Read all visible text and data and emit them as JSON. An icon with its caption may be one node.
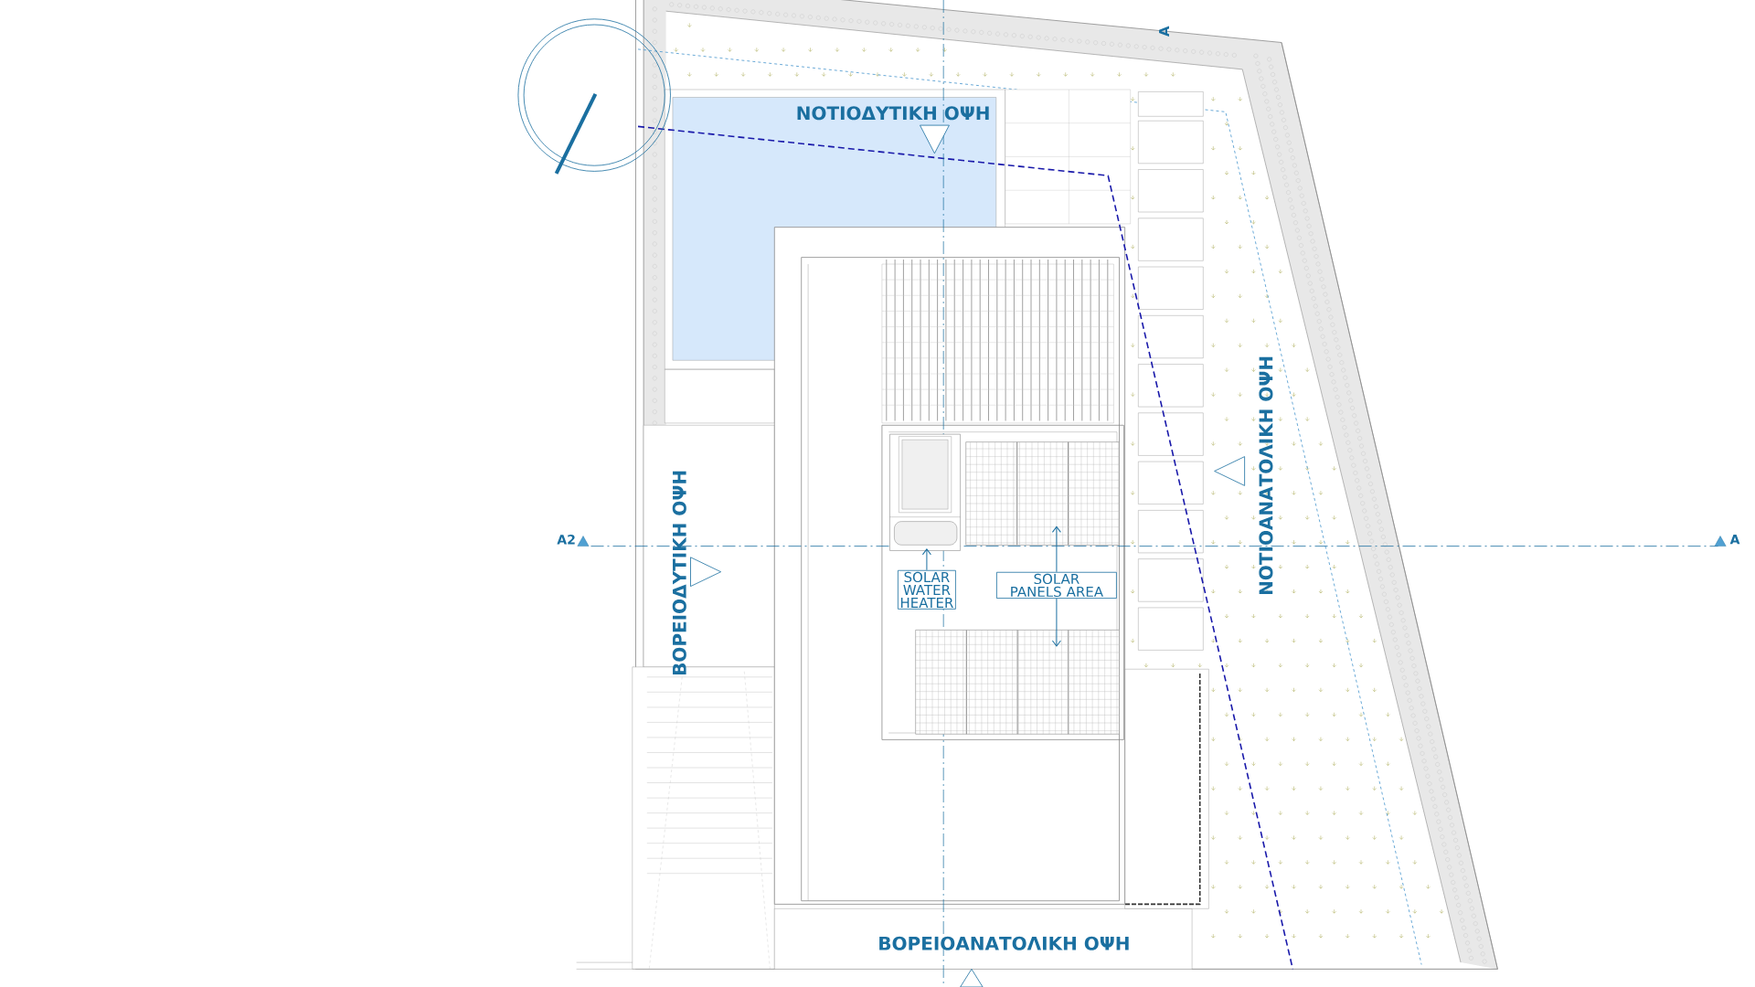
{
  "diagram": {
    "nodes": [
      {
        "text": [],
        "shape": "picture"
      },
      {
        "text": [],
        "shape": "picture"
      },
      {
        "text": [
          "SOLAR WATER HEATER"
        ]
      },
      {
        "text": [
          "SOLAR PANELS AREA"
        ]
      },
      {
        "text": [],
        "shape": "picture"
      }
    ],
    "edges": [
      {
        "from": 2,
        "to": 0,
        "arrow": "to"
      },
      {
        "from": 3,
        "to": 1,
        "arrow": "to"
      },
      {
        "from": 3,
        "to": 4,
        "arrow": "to"
      }
    ],
    "labels": [
      "A",
      "ΝΟΤΙΟΔΥΤΙΚΗ ΟΨΗ",
      "ΝΟΤΙΟΑΝΑΤΟΛΙΚΗ ΟΨΗ",
      "A2",
      "ΒΟΡΕΙΟΔΥΤΙΚΗ ΟΨΗ",
      "A",
      "ΒΟΡΕΙΟΑΝΑΤΟΛΙΚΗ ΟΨΗ"
    ]
  }
}
